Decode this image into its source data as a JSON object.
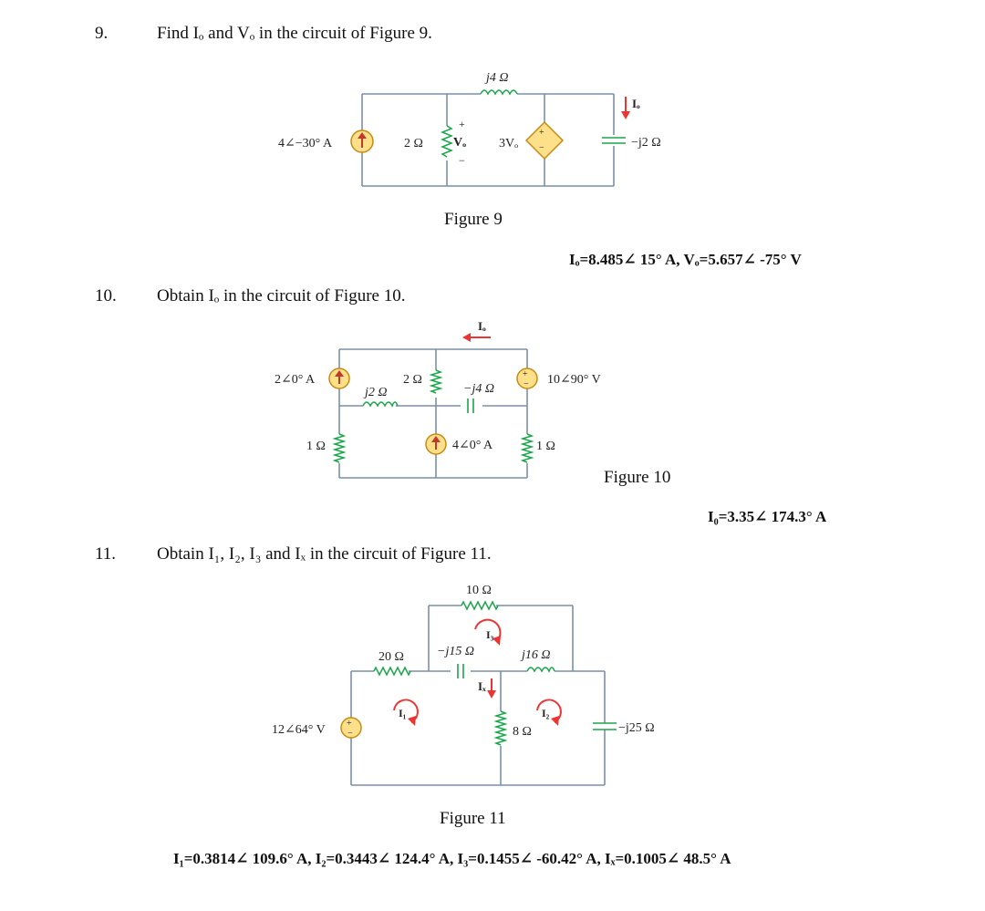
{
  "problems": [
    {
      "number": "9.",
      "question": "Find Iₒ and Vₒ in the circuit of Figure 9.",
      "figure": {
        "caption": "Figure 9",
        "labels": {
          "source": "4∠−30° A",
          "r1": "2 Ω",
          "plus": "+",
          "minus": "−",
          "vo": "Vₒ",
          "inductor": "j4 Ω",
          "dependent": "3Vₒ",
          "io": "Iₒ",
          "capacitor": "−j2 Ω"
        }
      },
      "answer": "Iₒ=8.485∠ 15° A, Vₒ=5.657∠ -75° V"
    },
    {
      "number": "10.",
      "question": "Obtain Iₒ in the circuit of Figure 10.",
      "figure": {
        "caption": "Figure 10",
        "labels": {
          "source1": "2∠0° A",
          "inductor": "j2 Ω",
          "r1": "2 Ω",
          "r2": "1 Ω",
          "io": "Iₒ",
          "capacitor": "−j4 Ω",
          "source2": "4∠0° A",
          "vsource": "10∠90° V",
          "r3": "1 Ω"
        }
      },
      "answer": "I₀=3.35∠ 174.3° A"
    },
    {
      "number": "11.",
      "question": "Obtain I₁, I₂, I₃ and Iₓ in the circuit of Figure 11.",
      "figure": {
        "caption": "Figure 11",
        "labels": {
          "r10": "10 Ω",
          "i3": "I₃",
          "r20": "20 Ω",
          "cap15": "−j15 Ω",
          "ind16": "j16 Ω",
          "ix": "Iₓ",
          "i1": "I₁",
          "i2": "I₂",
          "source": "12∠64° V",
          "r8": "8 Ω",
          "cap25": "−j25 Ω"
        }
      },
      "answer": "I₁=0.3814∠ 109.6° A, I₂=0.3443∠ 124.4° A, I₃=0.1455∠ -60.42° A, Iₓ=0.1005∠ 48.5° A"
    }
  ]
}
